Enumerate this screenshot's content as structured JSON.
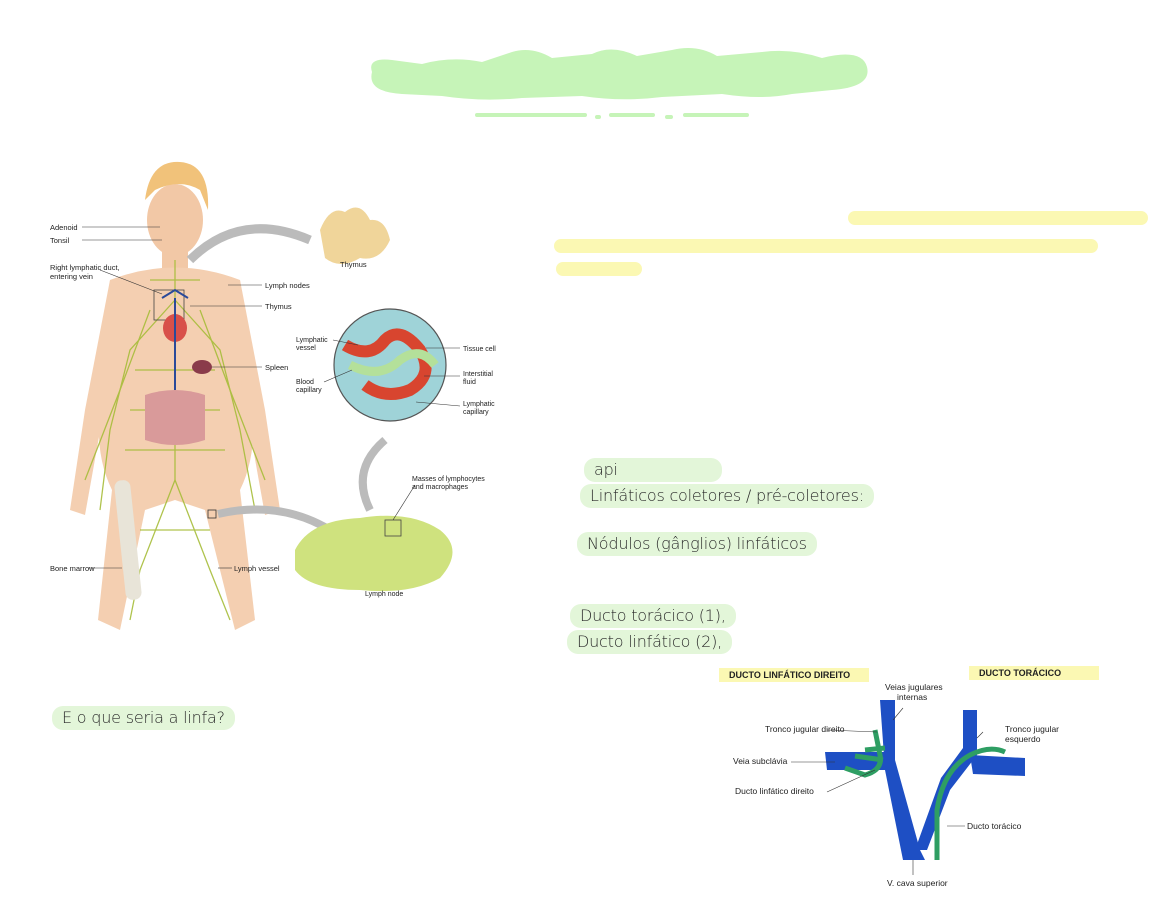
{
  "colors": {
    "title_highlight": "#c6f4b8",
    "yellow_highlight": "#fbf8b3",
    "note_pill": "#e3f6d9",
    "vessel_blue": "#1e4fc4",
    "duct_green": "#2e9e63",
    "lymph_green": "#a7bd3a"
  },
  "notes": {
    "api": "api",
    "coletores": "Linfáticos coletores / pré-coletores:",
    "nodulos": "Nódulos (gânglios) linfáticos",
    "ducto_toracico": "Ducto torácico (1),",
    "ducto_linfatico": "Ducto linfático (2),",
    "linfa_question": "E o que seria a linfa?"
  },
  "anatomy": {
    "adenoid": "Adenoid",
    "tonsil": "Tonsil",
    "right_duct_1": "Right lymphatic duct,",
    "right_duct_2": "entering vein",
    "lymph_nodes": "Lymph nodes",
    "thymus": "Thymus",
    "thymus_top": "Thymus",
    "spleen": "Spleen",
    "bone_marrow": "Bone marrow",
    "lymph_vessel": "Lymph vessel",
    "lymphatic_vessel_1": "Lymphatic",
    "lymphatic_vessel_2": "vessel",
    "blood_capillary_1": "Blood",
    "blood_capillary_2": "capillary",
    "tissue_cell": "Tissue cell",
    "interstitial_1": "Interstitial",
    "interstitial_2": "fluid",
    "lymphatic_capillary_1": "Lymphatic",
    "lymphatic_capillary_2": "capillary",
    "masses_1": "Masses of lymphocytes",
    "masses_2": "and macrophages",
    "lymph_node": "Lymph node"
  },
  "ducts": {
    "head_left": "DUCTO LINFÁTICO DIREITO",
    "head_right": "DUCTO TORÁCICO",
    "veias_1": "Veias jugulares",
    "veias_2": "internas",
    "tronco_dir": "Tronco jugular direito",
    "veia_sub": "Veia subclávia",
    "ducto_dir": "Ducto linfático direito",
    "tronco_esq_1": "Tronco jugular",
    "tronco_esq_2": "esquerdo",
    "ducto_tor": "Ducto torácico",
    "cava": "V. cava superior"
  }
}
